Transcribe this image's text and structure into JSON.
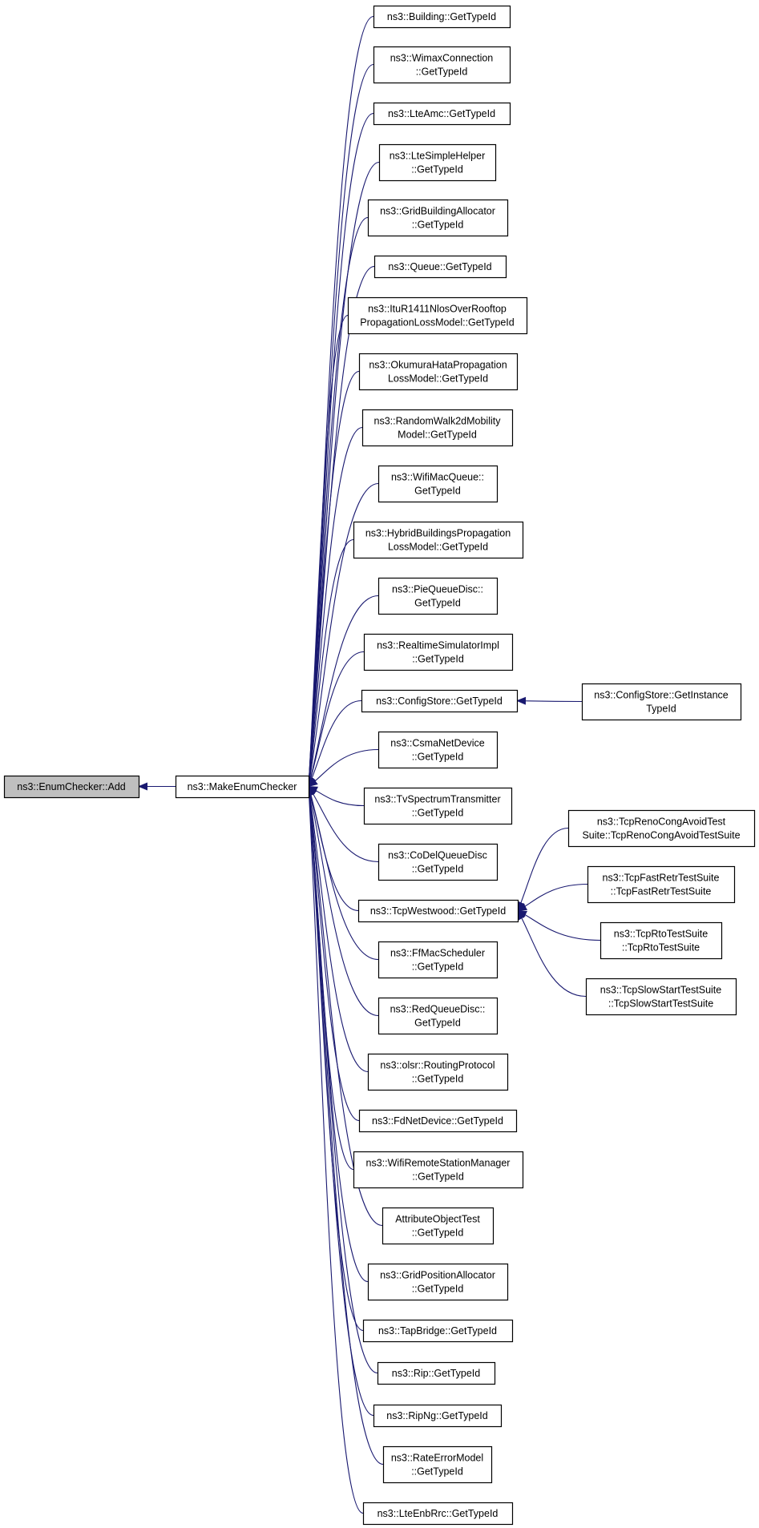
{
  "graph": {
    "edge_color": "#191970",
    "root_fill": "#bfbfbf",
    "node_fill": "#ffffff",
    "nodes": [
      {
        "id": "enumchecker_add",
        "lines": [
          "ns3::EnumChecker::Add"
        ],
        "root": true
      },
      {
        "id": "makeenumchecker",
        "lines": [
          "ns3::MakeEnumChecker"
        ]
      },
      {
        "id": "building",
        "lines": [
          "ns3::Building::GetTypeId"
        ]
      },
      {
        "id": "wimaxconnection",
        "lines": [
          "ns3::WimaxConnection",
          "::GetTypeId"
        ]
      },
      {
        "id": "lteamc",
        "lines": [
          "ns3::LteAmc::GetTypeId"
        ]
      },
      {
        "id": "ltesimplehelper",
        "lines": [
          "ns3::LteSimpleHelper",
          "::GetTypeId"
        ]
      },
      {
        "id": "gridbuildingallocator",
        "lines": [
          "ns3::GridBuildingAllocator",
          "::GetTypeId"
        ]
      },
      {
        "id": "queue",
        "lines": [
          "ns3::Queue::GetTypeId"
        ]
      },
      {
        "id": "itur1411",
        "lines": [
          "ns3::ItuR1411NlosOverRooftop",
          "PropagationLossModel::GetTypeId"
        ]
      },
      {
        "id": "okumurahata",
        "lines": [
          "ns3::OkumuraHataPropagation",
          "LossModel::GetTypeId"
        ]
      },
      {
        "id": "randomwalk2d",
        "lines": [
          "ns3::RandomWalk2dMobility",
          "Model::GetTypeId"
        ]
      },
      {
        "id": "wifimacqueue",
        "lines": [
          "ns3::WifiMacQueue::",
          "GetTypeId"
        ]
      },
      {
        "id": "hybridbuildings",
        "lines": [
          "ns3::HybridBuildingsPropagation",
          "LossModel::GetTypeId"
        ]
      },
      {
        "id": "piequeuedisc",
        "lines": [
          "ns3::PieQueueDisc::",
          "GetTypeId"
        ]
      },
      {
        "id": "realtimesimulator",
        "lines": [
          "ns3::RealtimeSimulatorImpl",
          "::GetTypeId"
        ]
      },
      {
        "id": "configstore",
        "lines": [
          "ns3::ConfigStore::GetTypeId"
        ]
      },
      {
        "id": "configstore_instance",
        "lines": [
          "ns3::ConfigStore::GetInstance",
          "TypeId"
        ]
      },
      {
        "id": "csmanetdevice",
        "lines": [
          "ns3::CsmaNetDevice",
          "::GetTypeId"
        ]
      },
      {
        "id": "tvspectrum",
        "lines": [
          "ns3::TvSpectrumTransmitter",
          "::GetTypeId"
        ]
      },
      {
        "id": "codelqueuedisc",
        "lines": [
          "ns3::CoDelQueueDisc",
          "::GetTypeId"
        ]
      },
      {
        "id": "tcpwestwood",
        "lines": [
          "ns3::TcpWestwood::GetTypeId"
        ]
      },
      {
        "id": "tcprenocongavoid",
        "lines": [
          "ns3::TcpRenoCongAvoidTest",
          "Suite::TcpRenoCongAvoidTestSuite"
        ]
      },
      {
        "id": "tcpfastretr",
        "lines": [
          "ns3::TcpFastRetrTestSuite",
          "::TcpFastRetrTestSuite"
        ]
      },
      {
        "id": "tcprto",
        "lines": [
          "ns3::TcpRtoTestSuite",
          "::TcpRtoTestSuite"
        ]
      },
      {
        "id": "tcpslowstart",
        "lines": [
          "ns3::TcpSlowStartTestSuite",
          "::TcpSlowStartTestSuite"
        ]
      },
      {
        "id": "ffmacscheduler",
        "lines": [
          "ns3::FfMacScheduler",
          "::GetTypeId"
        ]
      },
      {
        "id": "redqueuedisc",
        "lines": [
          "ns3::RedQueueDisc::",
          "GetTypeId"
        ]
      },
      {
        "id": "olsrrouting",
        "lines": [
          "ns3::olsr::RoutingProtocol",
          "::GetTypeId"
        ]
      },
      {
        "id": "fdnetdevice",
        "lines": [
          "ns3::FdNetDevice::GetTypeId"
        ]
      },
      {
        "id": "wifiremotestation",
        "lines": [
          "ns3::WifiRemoteStationManager",
          "::GetTypeId"
        ]
      },
      {
        "id": "attributeobjecttest",
        "lines": [
          "AttributeObjectTest",
          "::GetTypeId"
        ]
      },
      {
        "id": "gridpositionallocator",
        "lines": [
          "ns3::GridPositionAllocator",
          "::GetTypeId"
        ]
      },
      {
        "id": "tapbridge",
        "lines": [
          "ns3::TapBridge::GetTypeId"
        ]
      },
      {
        "id": "rip",
        "lines": [
          "ns3::Rip::GetTypeId"
        ]
      },
      {
        "id": "ripng",
        "lines": [
          "ns3::RipNg::GetTypeId"
        ]
      },
      {
        "id": "rateerrormodel",
        "lines": [
          "ns3::RateErrorModel",
          "::GetTypeId"
        ]
      },
      {
        "id": "lteenbrrc",
        "lines": [
          "ns3::LteEnbRrc::GetTypeId"
        ]
      }
    ],
    "edges": [
      {
        "from": "makeenumchecker",
        "to": "enumchecker_add"
      },
      {
        "from": "building",
        "to": "makeenumchecker"
      },
      {
        "from": "wimaxconnection",
        "to": "makeenumchecker"
      },
      {
        "from": "lteamc",
        "to": "makeenumchecker"
      },
      {
        "from": "ltesimplehelper",
        "to": "makeenumchecker"
      },
      {
        "from": "gridbuildingallocator",
        "to": "makeenumchecker"
      },
      {
        "from": "queue",
        "to": "makeenumchecker"
      },
      {
        "from": "itur1411",
        "to": "makeenumchecker"
      },
      {
        "from": "okumurahata",
        "to": "makeenumchecker"
      },
      {
        "from": "randomwalk2d",
        "to": "makeenumchecker"
      },
      {
        "from": "wifimacqueue",
        "to": "makeenumchecker"
      },
      {
        "from": "hybridbuildings",
        "to": "makeenumchecker"
      },
      {
        "from": "piequeuedisc",
        "to": "makeenumchecker"
      },
      {
        "from": "realtimesimulator",
        "to": "makeenumchecker"
      },
      {
        "from": "configstore",
        "to": "makeenumchecker"
      },
      {
        "from": "csmanetdevice",
        "to": "makeenumchecker"
      },
      {
        "from": "tvspectrum",
        "to": "makeenumchecker"
      },
      {
        "from": "codelqueuedisc",
        "to": "makeenumchecker"
      },
      {
        "from": "tcpwestwood",
        "to": "makeenumchecker"
      },
      {
        "from": "ffmacscheduler",
        "to": "makeenumchecker"
      },
      {
        "from": "redqueuedisc",
        "to": "makeenumchecker"
      },
      {
        "from": "olsrrouting",
        "to": "makeenumchecker"
      },
      {
        "from": "fdnetdevice",
        "to": "makeenumchecker"
      },
      {
        "from": "wifiremotestation",
        "to": "makeenumchecker"
      },
      {
        "from": "attributeobjecttest",
        "to": "makeenumchecker"
      },
      {
        "from": "gridpositionallocator",
        "to": "makeenumchecker"
      },
      {
        "from": "tapbridge",
        "to": "makeenumchecker"
      },
      {
        "from": "rip",
        "to": "makeenumchecker"
      },
      {
        "from": "ripng",
        "to": "makeenumchecker"
      },
      {
        "from": "rateerrormodel",
        "to": "makeenumchecker"
      },
      {
        "from": "lteenbrrc",
        "to": "makeenumchecker"
      },
      {
        "from": "configstore_instance",
        "to": "configstore"
      },
      {
        "from": "tcprenocongavoid",
        "to": "tcpwestwood"
      },
      {
        "from": "tcpfastretr",
        "to": "tcpwestwood"
      },
      {
        "from": "tcprto",
        "to": "tcpwestwood"
      },
      {
        "from": "tcpslowstart",
        "to": "tcpwestwood"
      }
    ]
  }
}
